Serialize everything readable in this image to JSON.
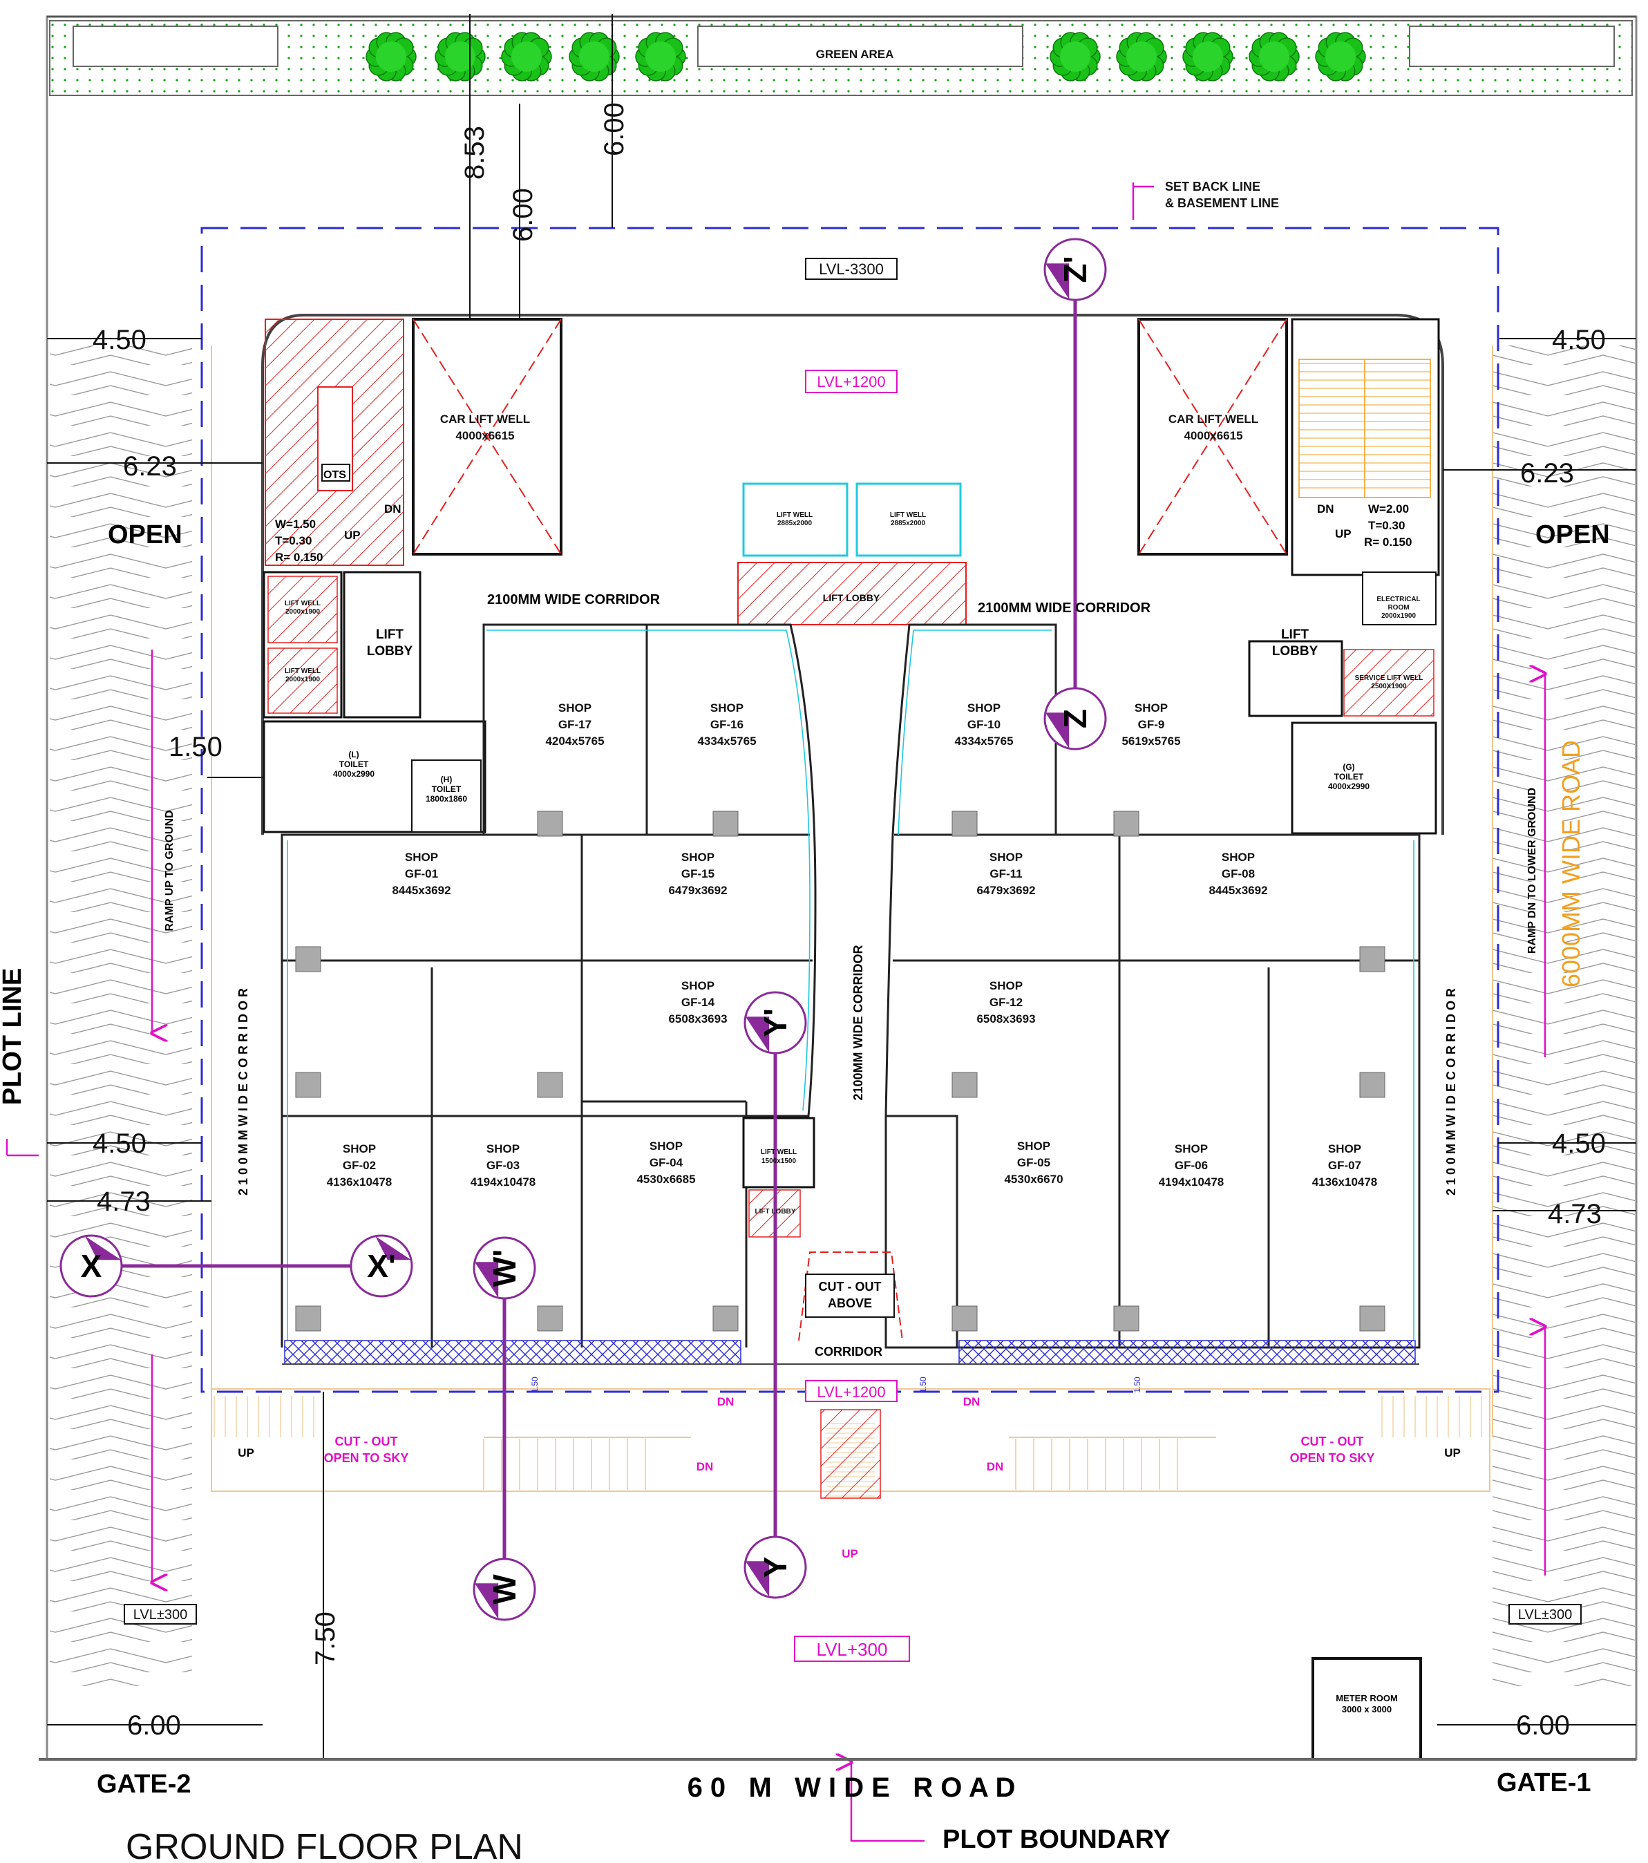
{
  "title": "GROUND FLOOR PLAN",
  "road": {
    "label": "6000MM WIDE ROAD",
    "front": "6 0   M   W I D E   R O A D"
  },
  "plot_line": "PLOT LINE",
  "plot_boundary": "PLOT BOUNDARY",
  "gates": {
    "left": "GATE-2",
    "right": "GATE-1"
  },
  "green_area": "GREEN AREA",
  "setback": {
    "line1": "SET BACK LINE",
    "line2": "& BASEMENT LINE"
  },
  "open": "OPEN",
  "levels": {
    "top": "LVL-3300",
    "lobby": "LVL+1200",
    "corridor": "LVL+1200",
    "ground": "LVL+300",
    "side": "LVL±300"
  },
  "dimensions": {
    "d853": "8.53",
    "d600v": "6.00",
    "d600v2": "6.00",
    "d450": "4.50",
    "d623": "6.23",
    "d150": "1.50",
    "d473": "4.73",
    "d750": "7.50",
    "d600h": "6.00"
  },
  "stairs": {
    "left": {
      "w": "W=1.50",
      "t": "T=0.30",
      "r": "R= 0.150",
      "up": "UP",
      "dn": "DN",
      "ots": "OTS"
    },
    "right": {
      "w": "W=2.00",
      "t": "T=0.30",
      "r": "R= 0.150",
      "up": "UP",
      "dn": "DN"
    }
  },
  "car_lift": {
    "name": "CAR LIFT WELL",
    "size": "4000x6615"
  },
  "lift_well_small": {
    "name": "LIFT WELL",
    "size": "2000x1900"
  },
  "lift_well_mid": {
    "name": "LIFT WELL",
    "size": "2885x2000"
  },
  "lift_lobby": "LIFT LOBBY",
  "lift_lobby_2": "LIFT\nLOBBY",
  "lift_well_core": {
    "name": "LIFT WELL",
    "size": "1500x1500"
  },
  "electrical": {
    "name": "ELECTRICAL ROOM",
    "size": "2000x1900"
  },
  "service_lift": {
    "name": "SERVICE LIFT WELL",
    "size": "2500X1900"
  },
  "toilets": {
    "l": {
      "name": "(L) TOILET",
      "size": "4000x2990"
    },
    "h": {
      "name": "(H) TOILET",
      "size": "1800x1860"
    },
    "g": {
      "name": "(G) TOILET",
      "size": "4000x2990"
    }
  },
  "corridor_h": "2100MM  WIDE  CORRIDOR",
  "corridor_v": "2100MM WIDE CORRIDOR",
  "corridor_side": "2 1 0 0 M M   W I D E   C O R R I D O R",
  "corridor_front": "CORRIDOR",
  "ramp_left": "RAMP UP TO GROUND",
  "ramp_right": "RAMP DN TO LOWER GROUND",
  "cutout_above": {
    "l1": "CUT - OUT",
    "l2": "ABOVE"
  },
  "cutout_sky": {
    "l1": "CUT - OUT",
    "l2": "OPEN TO SKY"
  },
  "meter_room": {
    "name": "METER ROOM",
    "size": "3000 x 3000"
  },
  "stair_labels": {
    "up": "UP",
    "dn": "DN",
    "w150": "1.50"
  },
  "shop_word": "SHOP",
  "shops": [
    {
      "id": "GF-17",
      "size": "4204x5765"
    },
    {
      "id": "GF-16",
      "size": "4334x5765"
    },
    {
      "id": "GF-10",
      "size": "4334x5765"
    },
    {
      "id": "GF-9",
      "size": "5619x5765"
    },
    {
      "id": "GF-01",
      "size": "8445x3692"
    },
    {
      "id": "GF-15",
      "size": "6479x3692"
    },
    {
      "id": "GF-11",
      "size": "6479x3692"
    },
    {
      "id": "GF-08",
      "size": "8445x3692"
    },
    {
      "id": "GF-14",
      "size": "6508x3693"
    },
    {
      "id": "GF-12",
      "size": "6508x3693"
    },
    {
      "id": "GF-02",
      "size": "4136x10478"
    },
    {
      "id": "GF-03",
      "size": "4194x10478"
    },
    {
      "id": "GF-04",
      "size": "4530x6685"
    },
    {
      "id": "GF-05",
      "size": "4530x6670"
    },
    {
      "id": "GF-06",
      "size": "4194x10478"
    },
    {
      "id": "GF-07",
      "size": "4136x10478"
    }
  ],
  "sections": {
    "x": "X",
    "x2": "X'",
    "y": "Y",
    "y2": "Y'",
    "z": "Z",
    "z2": "Z'",
    "w": "W",
    "w2": "W'"
  },
  "colors": {
    "magenta": "#e010c8",
    "red": "#e52020",
    "orange": "#f0a020",
    "purple": "#8a2a9a",
    "cyan": "#20c8e0",
    "hatch_blue": "#2b2bd6",
    "green": "#12b812"
  }
}
